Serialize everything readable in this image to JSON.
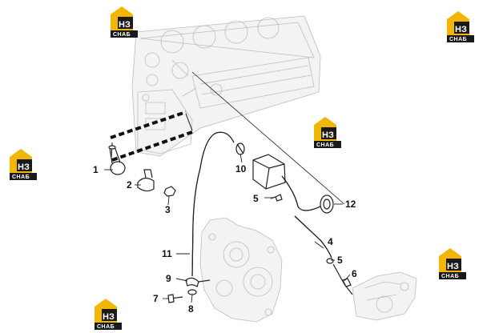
{
  "logo": {
    "mark": "НЗ",
    "name": "СНАБ"
  },
  "callouts": [
    {
      "id": "c1",
      "label": "1"
    },
    {
      "id": "c2",
      "label": "2"
    },
    {
      "id": "c3",
      "label": "3"
    },
    {
      "id": "c4",
      "label": "4"
    },
    {
      "id": "c5a",
      "label": "5"
    },
    {
      "id": "c5b",
      "label": "5"
    },
    {
      "id": "c6",
      "label": "6"
    },
    {
      "id": "c7",
      "label": "7"
    },
    {
      "id": "c8",
      "label": "8"
    },
    {
      "id": "c9",
      "label": "9"
    },
    {
      "id": "c10",
      "label": "10"
    },
    {
      "id": "c11",
      "label": "11"
    },
    {
      "id": "c12",
      "label": "12"
    }
  ],
  "colors": {
    "logo_yellow": "#f2b705",
    "logo_dark": "#1a1a1a",
    "line": "#222222",
    "ghost": "#bdbdbd"
  }
}
